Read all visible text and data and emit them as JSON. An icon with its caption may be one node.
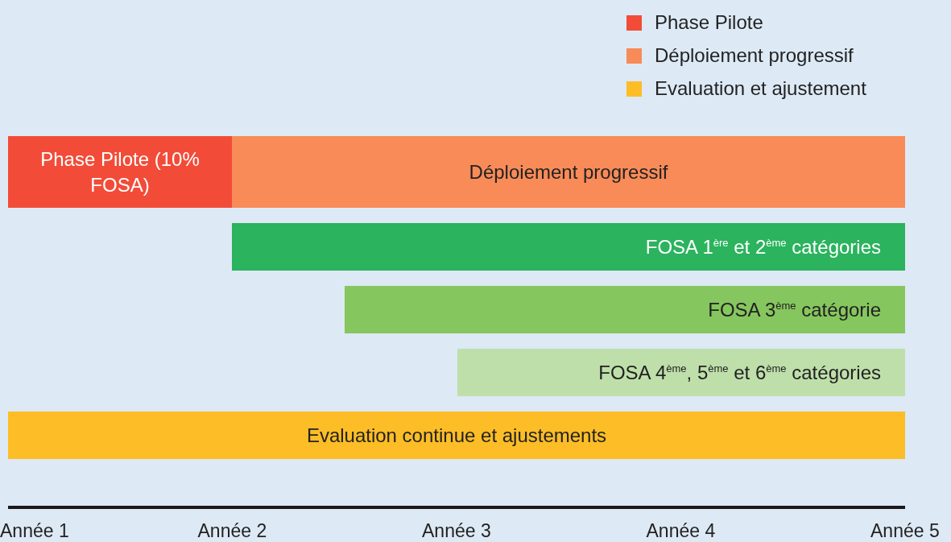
{
  "diagram": {
    "nodes": [
      {
        "text": [
          "Phase Pilote (10% FOSA)"
        ]
      },
      {
        "text": [
          "Déploiement progressif"
        ]
      },
      {
        "text": [
          "FOSA 1$^{ère}$ et 2$^{ème}$ catégories"
        ]
      },
      {
        "text": [
          "FOSA 3$^{ème}$ catégorie"
        ]
      },
      {
        "text": [
          "FOSA 4$^{ème}$, 5$^{ème}$ et 6$^{ème}$ catégories"
        ]
      },
      {
        "text": [
          "Evaluation continue et ajustements"
        ]
      }
    ],
    "edges": [],
    "labels": [
      "Année 1",
      "Année 2",
      "Année 3",
      "Année 4",
      "Année 5"
    ],
    "legend": [
      {
        "text": "Phase Pilote",
        "color": "#f24c38"
      },
      {
        "text": "Déploiement progressif",
        "color": "#f88b58"
      },
      {
        "text": "Evaluation et ajustement",
        "color": "#fdbd26"
      }
    ]
  }
}
